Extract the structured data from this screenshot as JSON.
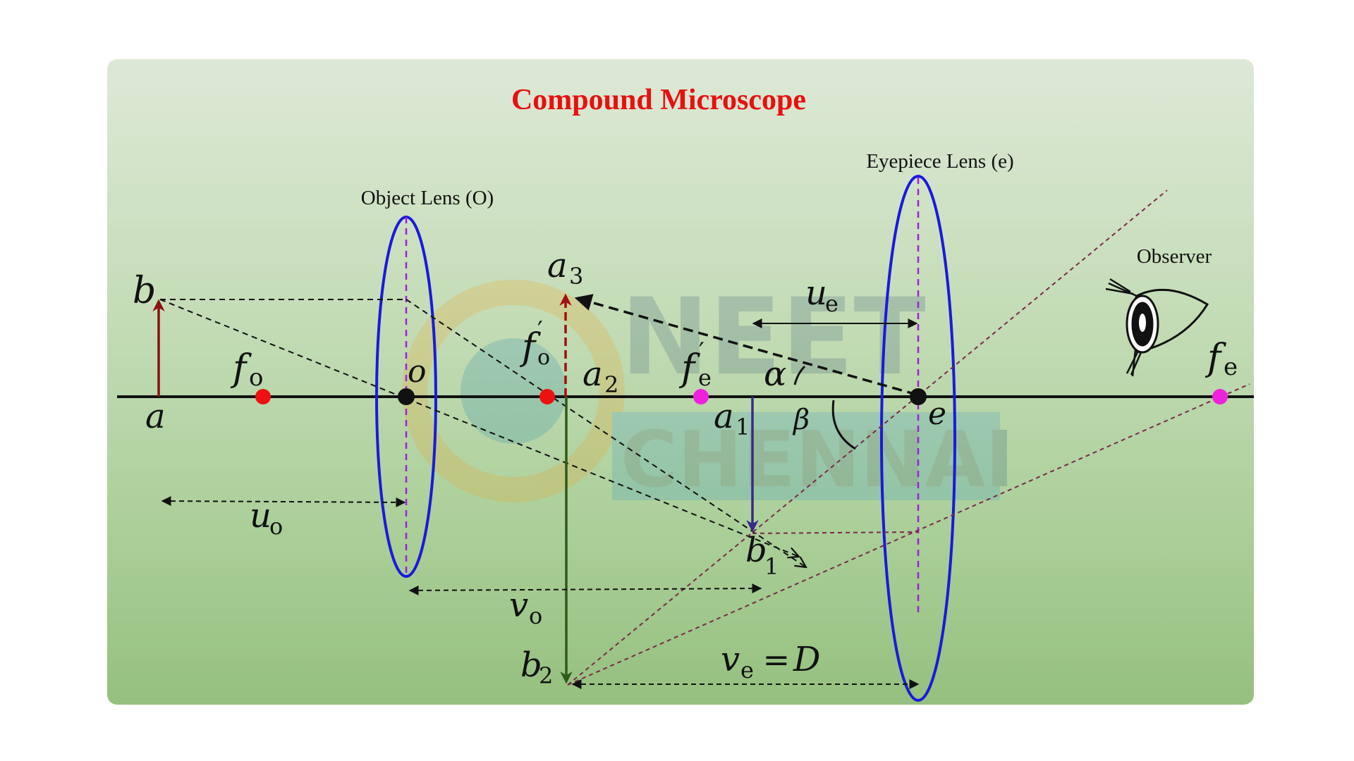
{
  "diagram": {
    "title": "Compound Microscope",
    "lens_labels": {
      "objective": "Object Lens (O)",
      "eyepiece": "Eyepiece Lens (e)",
      "observer": "Observer"
    },
    "watermark": {
      "line1": "NEET",
      "line2": "CHENNAI"
    },
    "math_labels": {
      "b": "b",
      "a": "a",
      "f_o": "f",
      "f_o_sub": "o",
      "o": "o",
      "a3": "a",
      "a3_sub": "3",
      "f_o_prime": "f",
      "f_o_prime_sub": "o",
      "prime": "′",
      "a2": "a",
      "a2_sub": "2",
      "f_e_prime": "f",
      "f_e_prime_sub": "e",
      "u_e": "u",
      "u_e_sub": "e",
      "alpha": "α",
      "beta": "β",
      "a1": "a",
      "a1_sub": "1",
      "e": "e",
      "f_e": "f",
      "f_e_sub": "e",
      "u_o": "u",
      "u_o_sub": "o",
      "b1": "b",
      "b1_sub": "1",
      "v_o": "v",
      "v_o_sub": "o",
      "b2": "b",
      "b2_sub": "2",
      "v_e": "v",
      "v_e_sub": "e",
      "v_e_eq": " = ",
      "D": "D"
    },
    "colors": {
      "title": "#e81010",
      "lens": "#1a1adc",
      "lens_axis": "#9a22d8",
      "object_arrow": "#8b1010",
      "intermediate_image": "#3a2a86",
      "final_image": "#2e5a1a",
      "focal_point_objective": "#ee1111",
      "focal_point_eyepiece": "#ee22dd",
      "ray_extension": "#7a2a4a"
    }
  }
}
